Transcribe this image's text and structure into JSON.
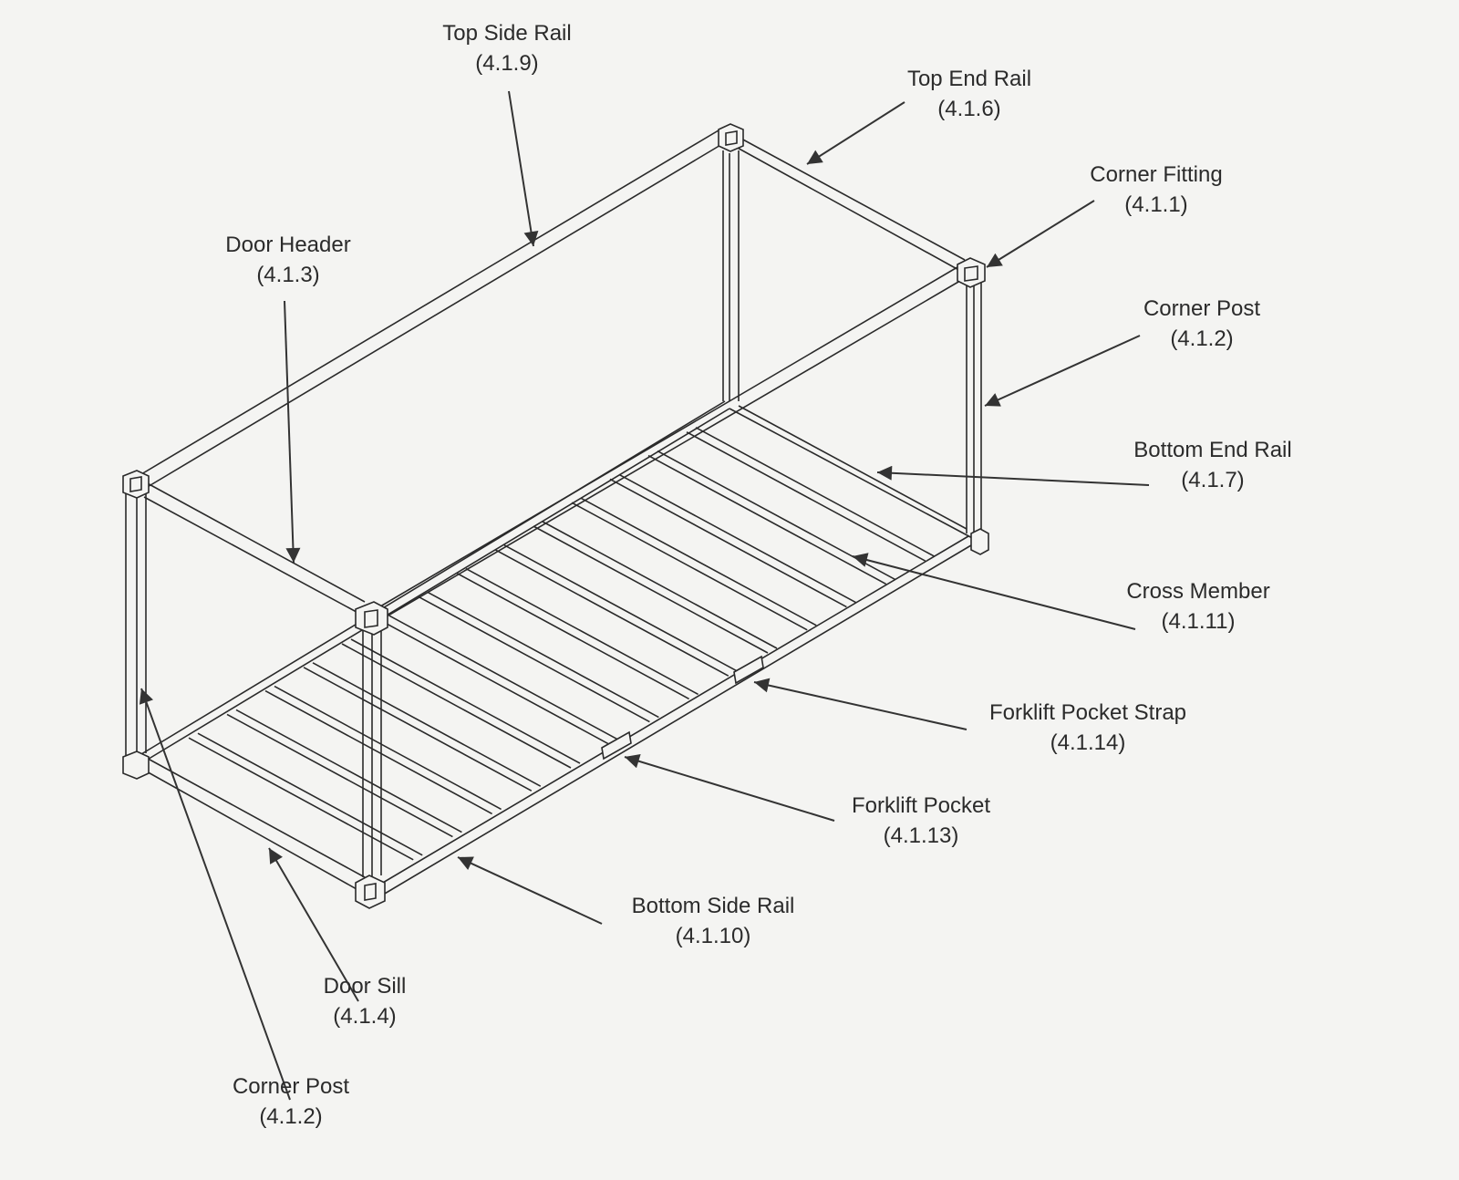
{
  "colors": {
    "line": "#2a2a2a",
    "paper": "#f4f4f2",
    "text": "#2b2b2b"
  },
  "labels": {
    "top_side_rail": {
      "name": "Top Side Rail",
      "ref": "(4.1.9)"
    },
    "top_end_rail": {
      "name": "Top End Rail",
      "ref": "(4.1.6)"
    },
    "corner_fitting": {
      "name": "Corner Fitting",
      "ref": "(4.1.1)"
    },
    "door_header": {
      "name": "Door Header",
      "ref": "(4.1.3)"
    },
    "corner_post_right": {
      "name": "Corner Post",
      "ref": "(4.1.2)"
    },
    "bottom_end_rail": {
      "name": "Bottom End Rail",
      "ref": "(4.1.7)"
    },
    "cross_member": {
      "name": "Cross Member",
      "ref": "(4.1.11)"
    },
    "forklift_pocket_strap": {
      "name": "Forklift Pocket Strap",
      "ref": "(4.1.14)"
    },
    "forklift_pocket": {
      "name": "Forklift Pocket",
      "ref": "(4.1.13)"
    },
    "bottom_side_rail": {
      "name": "Bottom Side Rail",
      "ref": "(4.1.10)"
    },
    "door_sill": {
      "name": "Door Sill",
      "ref": "(4.1.4)"
    },
    "corner_post_left": {
      "name": "Corner Post",
      "ref": "(4.1.2)"
    }
  }
}
